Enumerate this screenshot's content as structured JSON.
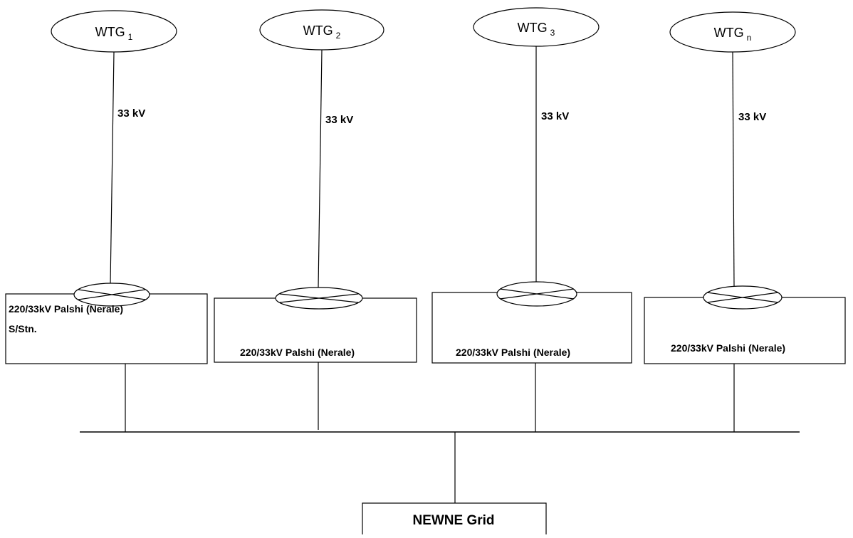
{
  "diagram": {
    "turbines": [
      {
        "name": "WTG",
        "index": "1",
        "voltage": "33 kV",
        "substation_lines": [
          "220/33kV Palshi (Nerale)",
          "S/Stn."
        ]
      },
      {
        "name": "WTG",
        "index": "2",
        "voltage": "33 kV",
        "substation_lines": [
          "220/33kV Palshi (Nerale)"
        ]
      },
      {
        "name": "WTG",
        "index": "3",
        "voltage": "33 kV",
        "substation_lines": [
          "220/33kV Palshi (Nerale)"
        ]
      },
      {
        "name": "WTG",
        "index": "n",
        "voltage": "33 kV",
        "substation_lines": [
          "220/33kV Palshi (Nerale)"
        ]
      }
    ],
    "grid_label": "NEWNE Grid"
  }
}
